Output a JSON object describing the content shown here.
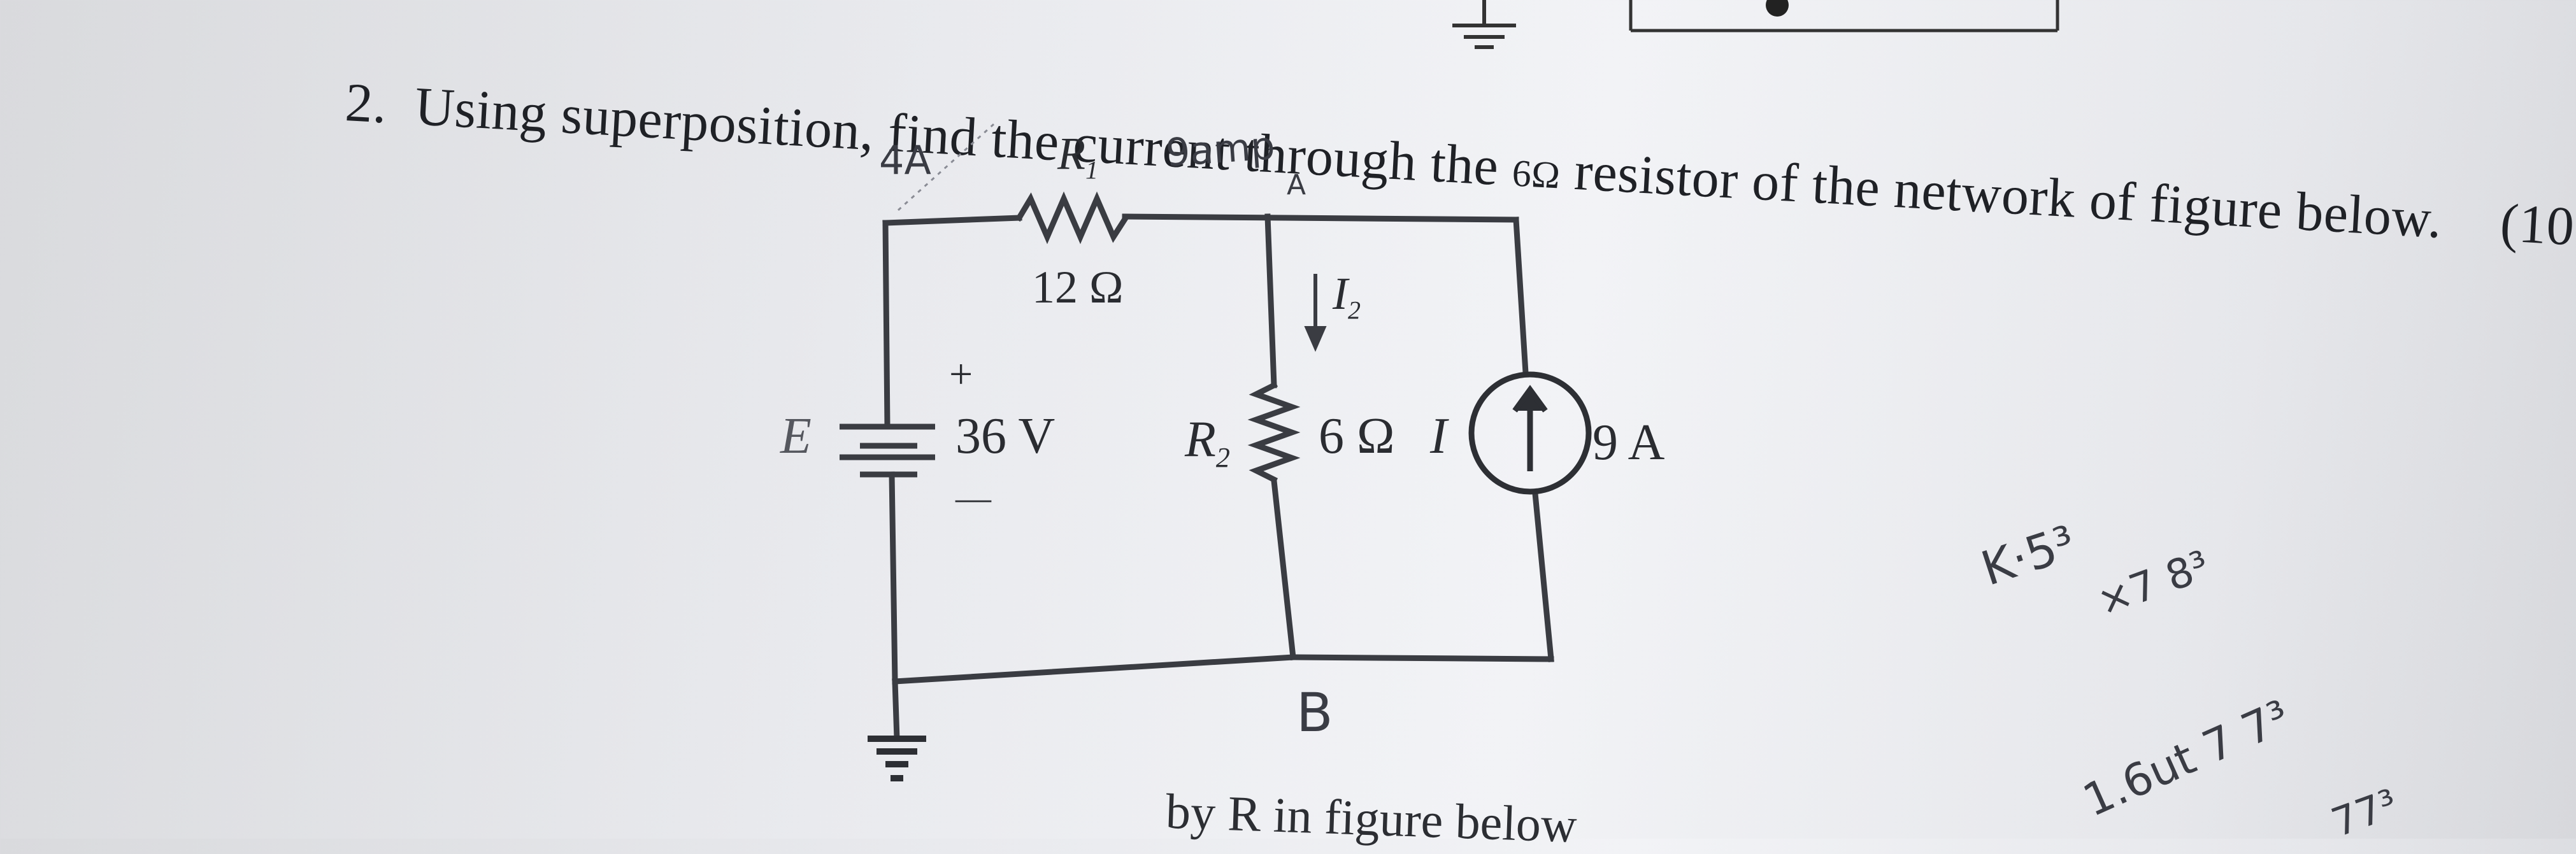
{
  "question": {
    "number": "2.",
    "text_a": "Using superposition, find the current through the",
    "text_inline": "6Ω",
    "text_b": "resistor of the network of figure below.",
    "marks": "(10"
  },
  "circuit": {
    "r1_name": "R",
    "r1_sub": "1",
    "r1_value": "12 Ω",
    "r2_name": "R",
    "r2_sub": "2",
    "r2_value": "6 Ω",
    "current_i2": "I",
    "current_i2_sub": "2",
    "source_e_name": "E",
    "source_e_value": "36 V",
    "plus": "+",
    "minus": "—",
    "current_source_name": "I",
    "current_source_value": "9 A"
  },
  "handwriting": {
    "left_current": "4A",
    "top_right_note": "9amp",
    "top_right_sub": "A",
    "node_b": "B",
    "calc_1": "K·5³",
    "calc_2": "×7 8³",
    "calc_3": "1.6ut 7 7³",
    "calc_4": "77³"
  },
  "footer_text": "by R  in figure below"
}
